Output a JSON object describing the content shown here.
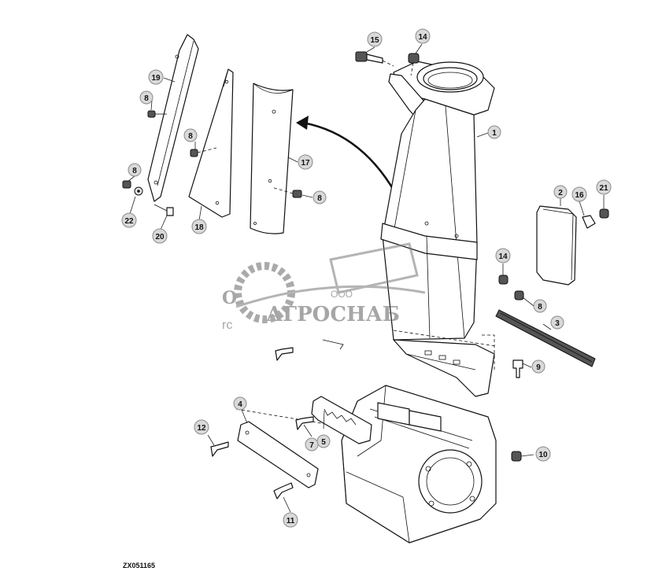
{
  "figure_code": "ZX051165",
  "watermark": {
    "company_prefix": "ООО",
    "company_name": "АГРОСНАБ",
    "partial_left_1": "О",
    "partial_left_2": "rc"
  },
  "callouts": {
    "c1": "1",
    "c2": "2",
    "c3": "3",
    "c4": "4",
    "c5": "5",
    "c7": "7",
    "c8a": "8",
    "c8b": "8",
    "c8c": "8",
    "c8d": "8",
    "c8e": "8",
    "c9": "9",
    "c10": "10",
    "c11": "11",
    "c12": "12",
    "c14a": "14",
    "c14b": "14",
    "c15": "15",
    "c16": "16",
    "c17": "17",
    "c18": "18",
    "c19": "19",
    "c20": "20",
    "c21": "21",
    "c22": "22"
  }
}
